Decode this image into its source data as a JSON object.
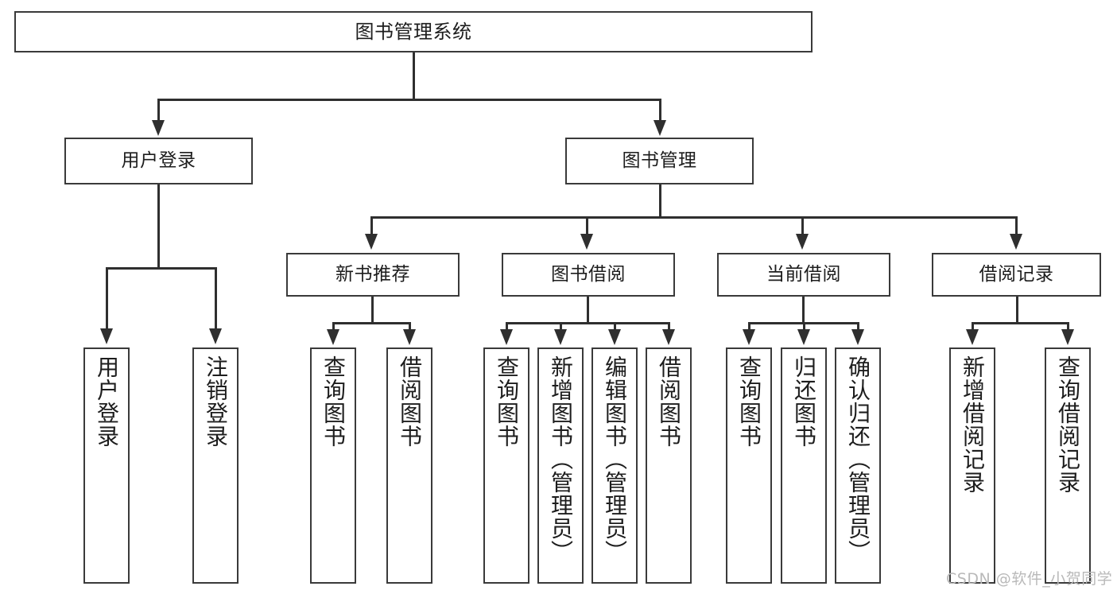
{
  "diagram": {
    "type": "tree-hierarchy-chart",
    "title": "图书管理系统",
    "levels": 4,
    "root": {
      "id": "root",
      "label": "图书管理系统"
    },
    "level2": [
      {
        "id": "user-login",
        "label": "用户登录"
      },
      {
        "id": "book-manage",
        "label": "图书管理"
      }
    ],
    "level3": [
      {
        "id": "new-book-recommend",
        "label": "新书推荐",
        "parent": "book-manage"
      },
      {
        "id": "book-borrow",
        "label": "图书借阅",
        "parent": "book-manage"
      },
      {
        "id": "current-borrow",
        "label": "当前借阅",
        "parent": "book-manage"
      },
      {
        "id": "borrow-record",
        "label": "借阅记录",
        "parent": "book-manage"
      }
    ],
    "leaves": [
      {
        "id": "leaf-user-login",
        "label": "用户登录",
        "parent": "user-login"
      },
      {
        "id": "leaf-logout-login",
        "label": "注销登录",
        "parent": "user-login"
      },
      {
        "id": "leaf-query-book-1",
        "label": "查询图书",
        "parent": "new-book-recommend"
      },
      {
        "id": "leaf-borrow-book-1",
        "label": "借阅图书",
        "parent": "new-book-recommend"
      },
      {
        "id": "leaf-query-book-2",
        "label": "查询图书",
        "parent": "book-borrow"
      },
      {
        "id": "leaf-add-book",
        "label": "新增图书（管理员）",
        "parent": "book-borrow"
      },
      {
        "id": "leaf-edit-book",
        "label": "编辑图书（管理员）",
        "parent": "book-borrow"
      },
      {
        "id": "leaf-borrow-book-2",
        "label": "借阅图书",
        "parent": "book-borrow"
      },
      {
        "id": "leaf-query-book-3",
        "label": "查询图书",
        "parent": "current-borrow"
      },
      {
        "id": "leaf-return-book",
        "label": "归还图书",
        "parent": "current-borrow"
      },
      {
        "id": "leaf-confirm-return",
        "label": "确认归还（管理员）",
        "parent": "current-borrow"
      },
      {
        "id": "leaf-add-record",
        "label": "新增借阅记录",
        "parent": "borrow-record"
      },
      {
        "id": "leaf-query-record",
        "label": "查询借阅记录",
        "parent": "borrow-record"
      }
    ],
    "colors": {
      "background": "#ffffff",
      "box_border": "#3a3a3a",
      "connector": "#2f2f2f",
      "text": "#1d1d1d",
      "watermark": "#b9b9b9"
    }
  },
  "watermark": {
    "text": "CSDN @软件_小贺同学"
  }
}
